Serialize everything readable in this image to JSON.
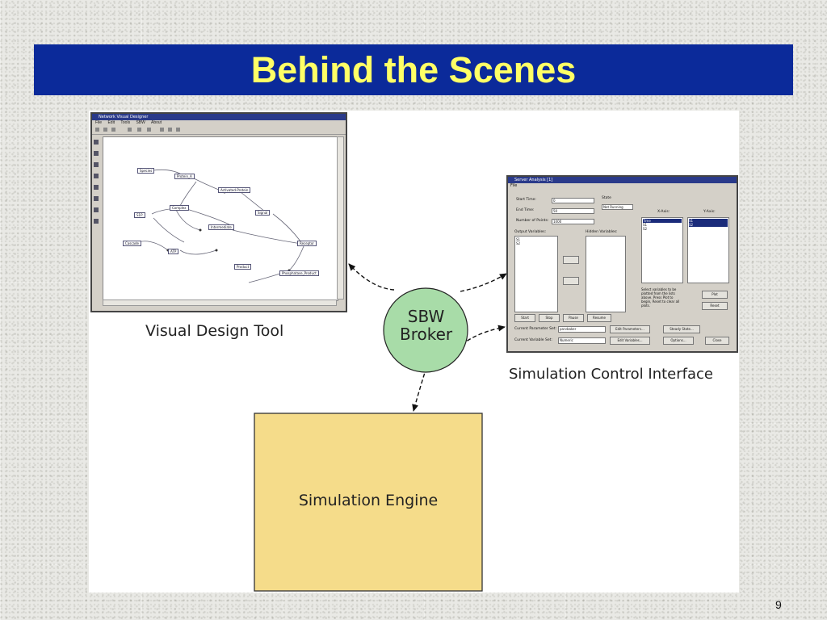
{
  "slide": {
    "title": "Behind the Scenes",
    "page_number": "9"
  },
  "colors": {
    "title_bar": "#0b2a9a",
    "title_text": "#ffff66",
    "broker_fill": "#a8dca8",
    "engine_fill": "#f5dc8a"
  },
  "diagram": {
    "broker": {
      "label_line1": "SBW",
      "label_line2": "Broker"
    },
    "engine_label": "Simulation Engine",
    "visual_design_tool_label": "Visual Design Tool",
    "simulation_control_label": "Simulation Control Interface"
  },
  "visual_design_tool": {
    "window_title": "Network Visual Designer",
    "menu": [
      "File",
      "Edit",
      "Tools",
      "SBW",
      "About"
    ],
    "nodes": [
      "Species",
      "Protein_A",
      "Activated-Protein",
      "Complex",
      "Signal",
      "Intermediate",
      "S1P",
      "Receptor",
      "Cascade",
      "ATP",
      "Product",
      "Phosphatase_Product"
    ]
  },
  "simulation_control": {
    "window_title": "Server Analysis [1]",
    "menu_file": "File",
    "start_time_label": "Start Time:",
    "start_time_value": "0",
    "end_time_label": "End Time:",
    "end_time_value": "50",
    "num_points_label": "Number of Points:",
    "num_points_value": "1000",
    "state_label": "State",
    "state_value": "Not Running",
    "output_variables_label": "Output Variables:",
    "output_variables": [
      "S1",
      "S2"
    ],
    "hidden_variables_label": "Hidden Variables:",
    "x_axis_label": "X-Axis:",
    "x_axis_items": [
      "Time",
      "S1",
      "S2"
    ],
    "y_axis_label": "Y-Axis:",
    "y_axis_items": [
      "S1",
      "S2"
    ],
    "note_text": "Select variables to be plotted from the lists above. Press Plot to begin, Reset to clear all plots.",
    "plot_button": "Plot",
    "reset_button": "Reset",
    "start_button": "Start",
    "stop_button": "Stop",
    "pause_button": "Pause",
    "resume_button": "Resume",
    "current_param_set_label": "Current Parameter Set:",
    "current_param_set_value": "parvbaker",
    "edit_parameters_button": "Edit Parameters...",
    "steady_state_button": "Steady State...",
    "current_variable_set_label": "Current Variable Set:",
    "current_variable_set_value": "Numeric",
    "edit_variables_button": "Edit Variables...",
    "options_button": "Options...",
    "close_button": "Close"
  }
}
